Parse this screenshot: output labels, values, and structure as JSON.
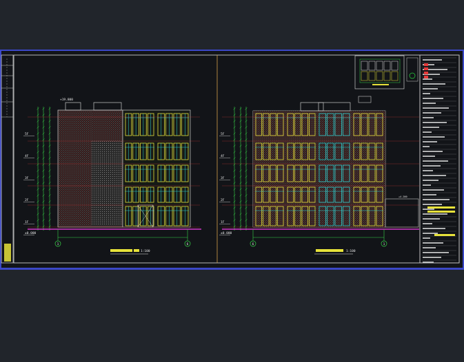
{
  "drawing": {
    "scale_left": "1:100",
    "scale_right": "1:100",
    "left_levels": [
      "5F",
      "4F",
      "3F",
      "2F",
      "1F",
      "±0.000"
    ],
    "right_levels": [
      "5F",
      "4F",
      "3F",
      "2F",
      "1F",
      "±0.000"
    ],
    "axis_left_start": "1",
    "axis_left_end": "6",
    "axis_right_start": "6",
    "axis_right_end": "1"
  },
  "colors": {
    "background": "#21252b",
    "sheet_border": "#3b48c8",
    "frame": "#c9c9c9",
    "grid_green": "#29d63f",
    "window_yellow": "#e7e23a",
    "window_cyan": "#2fd3d3",
    "floor_red": "#e53a3a",
    "ground_magenta": "#d238c9",
    "dim_green": "#37d247",
    "text_white": "#e8e8e8"
  }
}
